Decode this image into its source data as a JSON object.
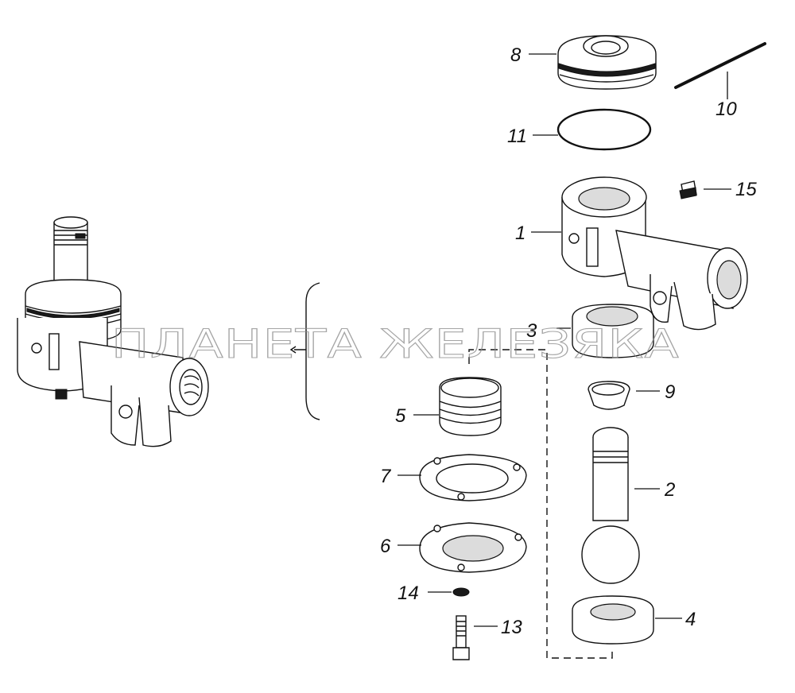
{
  "watermark": "ПЛАНЕТА ЖЕЛЕЗЯКА",
  "callouts": [
    {
      "id": "1",
      "label": "1"
    },
    {
      "id": "2",
      "label": "2"
    },
    {
      "id": "3",
      "label": "3"
    },
    {
      "id": "4",
      "label": "4"
    },
    {
      "id": "5",
      "label": "5"
    },
    {
      "id": "6",
      "label": "6"
    },
    {
      "id": "7",
      "label": "7"
    },
    {
      "id": "8",
      "label": "8"
    },
    {
      "id": "9",
      "label": "9"
    },
    {
      "id": "10",
      "label": "10"
    },
    {
      "id": "11",
      "label": "11"
    },
    {
      "id": "13",
      "label": "13"
    },
    {
      "id": "14",
      "label": "14"
    },
    {
      "id": "15",
      "label": "15"
    }
  ]
}
